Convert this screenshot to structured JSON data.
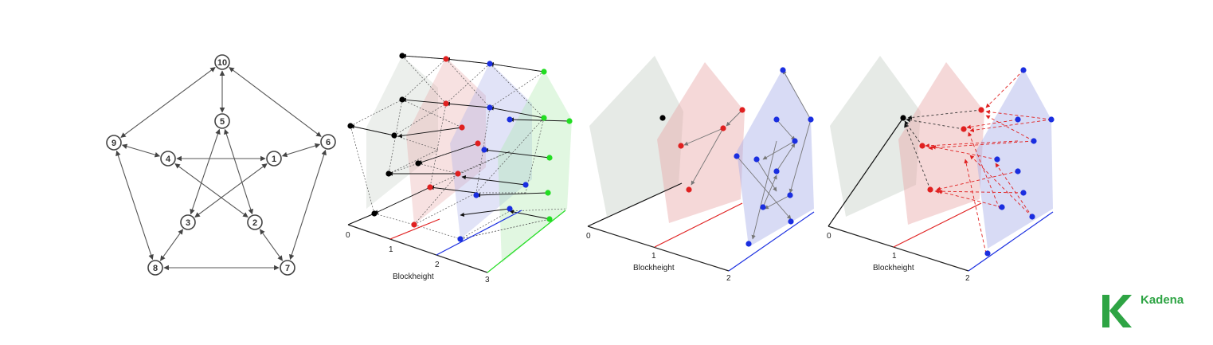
{
  "petersen": {
    "nodes": [
      "1",
      "2",
      "3",
      "4",
      "5",
      "6",
      "7",
      "8",
      "9",
      "10"
    ]
  },
  "panels": {
    "axis_label": "Blockheight",
    "p1_ticks": [
      "0",
      "1",
      "2",
      "3"
    ],
    "p2_ticks": [
      "0",
      "1",
      "2"
    ],
    "p3_ticks": [
      "0",
      "1",
      "2"
    ]
  },
  "colors": {
    "chain0": "#000000",
    "chain1": "#e02020",
    "chain2": "#1a2ee0",
    "chain3": "#22dd22",
    "brand": "#2ea444"
  },
  "brand": {
    "name": "Kadena"
  }
}
